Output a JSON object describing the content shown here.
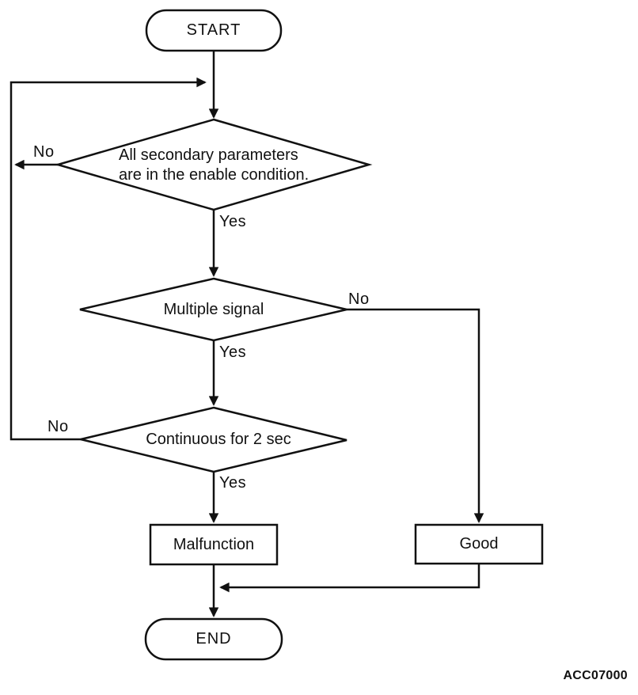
{
  "figure_code": "ACC07000",
  "colors": {
    "line": "#111111",
    "background": "#ffffff",
    "node_fill": "#ffffff"
  },
  "diagram_type": "flowchart",
  "nodes": {
    "start": {
      "type": "terminator",
      "label": "START"
    },
    "decision_enable": {
      "type": "decision",
      "line1": "All secondary parameters",
      "line2": "are in the enable condition."
    },
    "decision_signal": {
      "type": "decision",
      "label": "Multiple signal"
    },
    "decision_duration": {
      "type": "decision",
      "label": "Continuous for 2 sec"
    },
    "malfunction": {
      "type": "process",
      "label": "Malfunction"
    },
    "good": {
      "type": "process",
      "label": "Good"
    },
    "end": {
      "type": "terminator",
      "label": "END"
    }
  },
  "edge_labels": {
    "enable_no": "No",
    "enable_yes": "Yes",
    "signal_no": "No",
    "signal_yes": "Yes",
    "duration_no": "No",
    "duration_yes": "Yes"
  },
  "connections": [
    {
      "from": "start",
      "to": "decision_enable",
      "label": ""
    },
    {
      "from": "decision_enable",
      "to": "decision_enable",
      "label": "No",
      "note": "loops back to arrow above decision_enable via left side"
    },
    {
      "from": "decision_enable",
      "to": "decision_signal",
      "label": "Yes"
    },
    {
      "from": "decision_signal",
      "to": "good",
      "label": "No"
    },
    {
      "from": "decision_signal",
      "to": "decision_duration",
      "label": "Yes"
    },
    {
      "from": "decision_duration",
      "to": "decision_enable",
      "label": "No",
      "note": "loops back to arrow above decision_enable via left side"
    },
    {
      "from": "decision_duration",
      "to": "malfunction",
      "label": "Yes"
    },
    {
      "from": "malfunction",
      "to": "end",
      "label": ""
    },
    {
      "from": "good",
      "to": "end",
      "label": "",
      "note": "joins malfunction-to-end line"
    }
  ]
}
